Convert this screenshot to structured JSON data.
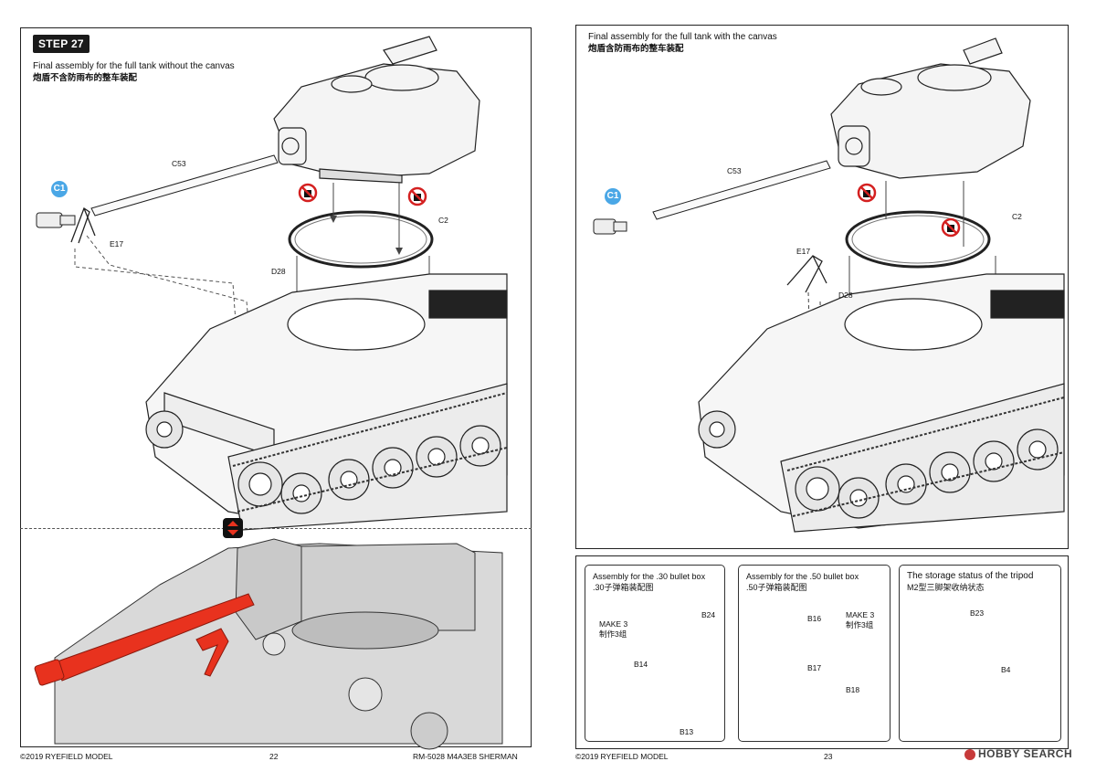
{
  "left": {
    "step": "STEP 27",
    "title_en": "Final assembly for the full tank without the canvas",
    "title_cn": "炮盾不含防雨布的整车装配",
    "labels": {
      "c53": "C53",
      "c1": "C1",
      "e17": "E17",
      "c2": "C2",
      "d28": "D28"
    },
    "footer_left": "©2019 RYEFIELD MODEL",
    "page_number": "22",
    "footer_right": "RM-5028 M4A3E8 SHERMAN"
  },
  "right": {
    "title_en": "Final assembly for the full tank with the canvas",
    "title_cn": "炮盾含防雨布的整车装配",
    "labels": {
      "c53": "C53",
      "c1": "C1",
      "e17": "E17",
      "c2": "C2",
      "d28": "D28"
    },
    "box30": {
      "title_en": "Assembly for the .30 bullet box",
      "title_cn": ".30子弹箱装配图",
      "make_en": "MAKE 3",
      "make_cn": "制作3组",
      "parts": {
        "b24": "B24",
        "b14": "B14",
        "b13": "B13"
      }
    },
    "box50": {
      "title_en": "Assembly for the .50 bullet box",
      "title_cn": ".50子弹箱装配图",
      "make_en": "MAKE 3",
      "make_cn": "制作3组",
      "parts": {
        "b16": "B16",
        "b17": "B17",
        "b18": "B18"
      }
    },
    "tripod": {
      "title_en": "The storage status of the tripod",
      "title_cn": "M2型三脚架收纳状态",
      "parts": {
        "b23": "B23",
        "b4": "B4"
      }
    },
    "footer_left": "©2019 RYEFIELD MODEL",
    "page_number": "23",
    "watermark": "HOBBY SEARCH"
  },
  "colors": {
    "callout": "#4aa7e6",
    "highlight": "#e8321e",
    "prohibit": "#d42020"
  }
}
